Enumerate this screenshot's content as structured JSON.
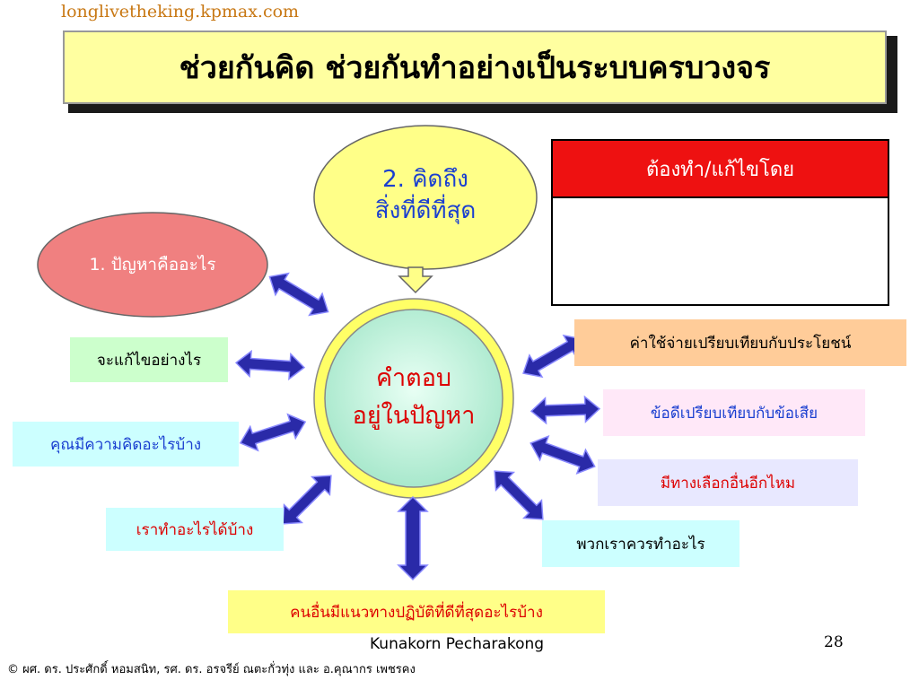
{
  "site_url": "longlivetheking.kpmax.com",
  "title": "ช่วยกันคิด ช่วยกันทำอย่างเป็นระบบครบวงจร",
  "table": {
    "header": "ต้องทำ/แก้ไขโดย"
  },
  "center": {
    "line1": "คำตอบ",
    "line2": "อยู่ในปัญหา"
  },
  "top_ellipse": {
    "line1": "2. คิดถึง",
    "line2": "สิ่งที่ดีที่สุด"
  },
  "left_ellipse": {
    "label": "1. ปัญหาคืออะไร"
  },
  "boxes": {
    "how_to_fix": "จะแก้ไขอย่างไร",
    "your_ideas": "คุณมีความคิดอะไรบ้าง",
    "what_we_can_do": "เราทำอะไรได้บ้าง",
    "others_best_practice": "คนอื่นมีแนวทางปฏิบัติที่ดีที่สุดอะไรบ้าง",
    "cost_benefit": "ค่าใช้จ่ายเปรียบเทียบกับประโยชน์",
    "pros_cons": "ข้อดีเปรียบเทียบกับข้อเสีย",
    "alternatives": "มีทางเลือกอื่นอีกไหม",
    "what_should_we_do": "พวกเราควรทำอะไร"
  },
  "footer": {
    "author": "Kunakorn Pecharakong",
    "page_number": "28",
    "copyright": "© ผศ. ดร. ประศักดิ์ หอมสนิท, รศ. ดร. อรจรีย์ ณตะกั่วทุ่ง และ อ.คุณากร เพชรคง"
  },
  "colors": {
    "title_bg": "#ffffa0",
    "table_header": "#ee1111",
    "arrow_fill": "#2a2aa8",
    "center_fill": "#c8f0e0",
    "center_ring": "#ffff66",
    "left_ellipse_fill": "#f08080",
    "top_ellipse_fill": "#ffff88"
  }
}
